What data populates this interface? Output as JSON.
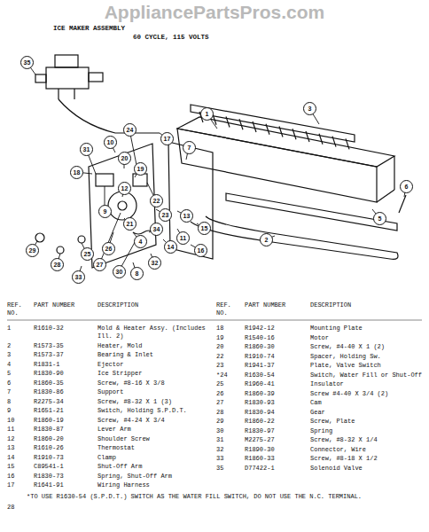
{
  "diagram": {
    "labels": [
      "AppliancePartsPros.com",
      "ICE MAKER ASSEMBLY",
      "60 CYCLE, 115 VOLTS",
      "1",
      "2",
      "3",
      "4",
      "5",
      "6",
      "7",
      "8",
      "9",
      "10",
      "11",
      "12",
      "13",
      "14",
      "15",
      "16",
      "17",
      "18",
      "19",
      "20",
      "21",
      "22",
      "23",
      "24",
      "25",
      "26",
      "27",
      "28",
      "29",
      "30",
      "31",
      "32",
      "33",
      "34",
      "35",
      "REF. NO.",
      "PART NUMBER",
      "DESCRIPTION",
      "REF. NO.",
      "PART NUMBER",
      "DESCRIPTION",
      "1",
      "R1610-32",
      "Mold & Heater Assy. (Includes Ill. 2)",
      "2",
      "R1573-35",
      "Heater, Mold",
      "3",
      "R1573-37",
      "Bearing & Inlet",
      "4",
      "R1831-1",
      "Ejector",
      "5",
      "R1830-90",
      "Ice Stripper",
      "6",
      "R1860-35",
      "Screw, #8-16 X 3/8",
      "7",
      "R1830-86",
      "Support",
      "8",
      "R2275-34",
      "Screw, #8-32 X 1 (3)",
      "9",
      "R1651-21",
      "Switch, Holding S.P.D.T.",
      "10",
      "R1860-19",
      "Screw, #4-24 X 3/4",
      "11",
      "R1830-87",
      "Lever Arm",
      "12",
      "R1860-20",
      "Shoulder Screw",
      "13",
      "R1610-26",
      "Thermostat",
      "14",
      "R1910-73",
      "Clamp",
      "15",
      "C89541-1",
      "Shut-Off Arm",
      "16",
      "R1830-73",
      "Spring, Shut-Off Arm",
      "17",
      "R1641-91",
      "Wiring Harness",
      "18",
      "R1942-12",
      "Mounting Plate",
      "19",
      "R1540-16",
      "Motor",
      "20",
      "R1860-30",
      "Screw, #4-40 X 1 (2)",
      "22",
      "R1910-74",
      "Spacer, Holding Sw.",
      "23",
      "R1941-37",
      "Plate, Valve Switch",
      "*24",
      "R1630-54",
      "Switch, Water Fill or Shut-Off",
      "25",
      "R1960-41",
      "Insulator",
      "26",
      "R1860-39",
      "Screw #4-40 X 3/4 (2)",
      "27",
      "R1830-93",
      "Cam",
      "28",
      "R1830-94",
      "Gear",
      "29",
      "R1860-22",
      "Screw, Plate",
      "30",
      "R1830-97",
      "Spring",
      "31",
      "M2275-27",
      "Screw, #8-32 X 1/4",
      "32",
      "R1890-30",
      "Connector, Wire",
      "33",
      "R1860-33",
      "Screw, #8-18 X 1/2",
      "35",
      "D77422-1",
      "Solenoid Valve",
      "*TO USE R1630-54 (S.P.D.T.) SWITCH AS THE WATER FILL SWITCH, DO NOT USE THE N.C. TERMINAL.",
      "28"
    ]
  }
}
